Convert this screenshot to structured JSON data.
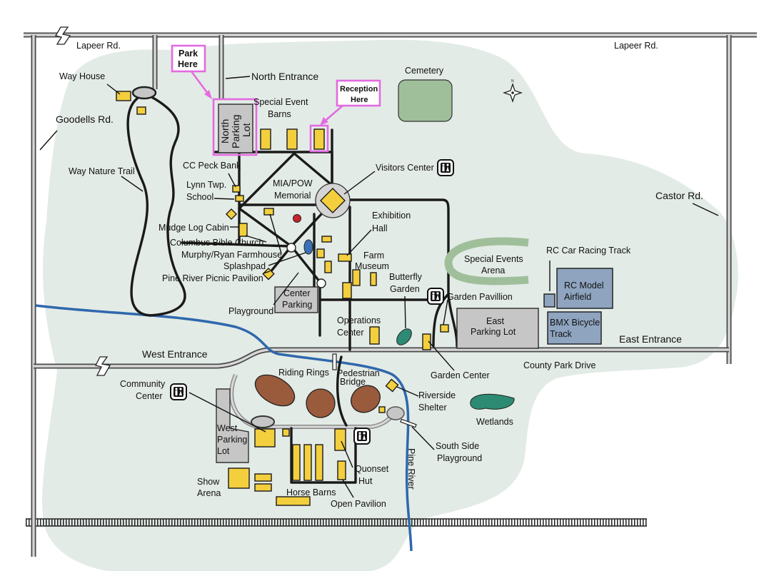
{
  "labels": {
    "lapeer_rd_left": "Lapeer Rd.",
    "lapeer_rd_right": "Lapeer Rd.",
    "goodells_rd": "Goodells Rd.",
    "castor_rd": "Castor Rd.",
    "way_house": "Way House",
    "park_here_1": "Park",
    "park_here_2": "Here",
    "north_entrance": "North Entrance",
    "reception_1": "Reception",
    "reception_2": "Here",
    "cemetery": "Cemetery",
    "special_event_barns_1": "Special Event",
    "special_event_barns_2": "Barns",
    "north_lot_1": "North",
    "north_lot_2": "Parking",
    "north_lot_3": "Lot",
    "way_nature_trail": "Way Nature Trail",
    "cc_peck_bank": "CC Peck Bank",
    "lynn_twp_1": "Lynn Twp.",
    "lynn_twp_2": "School",
    "mia_pow_1": "MIA/POW",
    "mia_pow_2": "Memorial",
    "visitors_center": "Visitors Center",
    "mudge_log_cabin": "Mudge Log Cabin",
    "exhibition_1": "Exhibition",
    "exhibition_2": "Hall",
    "columbus_church": "Columbus Bible Church",
    "murphy_ryan": "Murphy/Ryan Farmhouse",
    "splashpad": "Splashpad",
    "farm_museum_1": "Farm",
    "farm_museum_2": "Museum",
    "pine_river_pavilion": "Pine River Picnic Pavilion",
    "special_events_arena_1": "Special Events",
    "special_events_arena_2": "Arena",
    "rc_car_track": "RC Car Racing Track",
    "rc_airfield_1": "RC Model",
    "rc_airfield_2": "Airfield",
    "butterfly_1": "Butterfly",
    "butterfly_2": "Garden",
    "garden_pavillion": "Garden Pavillion",
    "center_parking_1": "Center",
    "center_parking_2": "Parking",
    "playground": "Playground",
    "operations_1": "Operations",
    "operations_2": "Center",
    "east_lot_1": "East",
    "east_lot_2": "Parking Lot",
    "bmx_1": "BMX Bicycle",
    "bmx_2": "Track",
    "east_entrance": "East Entrance",
    "west_entrance": "West Entrance",
    "county_park_drive": "County Park Drive",
    "garden_center": "Garden Center",
    "riding_rings": "Riding Rings",
    "pedestrian_1": "Pedestrian",
    "pedestrian_2": "Bridge",
    "community_1": "Community",
    "community_2": "Center",
    "riverside_1": "Riverside",
    "riverside_2": "Shelter",
    "wetlands": "Wetlands",
    "west_lot_1": "West",
    "west_lot_2": "Parking",
    "west_lot_3": "Lot",
    "south_side_1": "South Side",
    "south_side_2": "Playground",
    "quonset_1": "Quonset",
    "quonset_2": "Hut",
    "pine_river": "Pine River",
    "show_arena_1": "Show",
    "show_arena_2": "Arena",
    "horse_barns": "Horse Barns",
    "open_pavilion": "Open Pavilion"
  },
  "colors": {
    "park_ground": "#e3ebe6",
    "building": "#f3cf3e",
    "parking": "#c6c6c6",
    "river": "#2f68ad",
    "callout": "#e36be0",
    "arena_green": "#9fbf9a",
    "riding_ring": "#9a5a3c",
    "rc_blue": "#8ea4bf",
    "wetlands": "#2d8a73"
  },
  "icons": [
    "restroom-icon",
    "compass-icon",
    "road-break-icon"
  ]
}
